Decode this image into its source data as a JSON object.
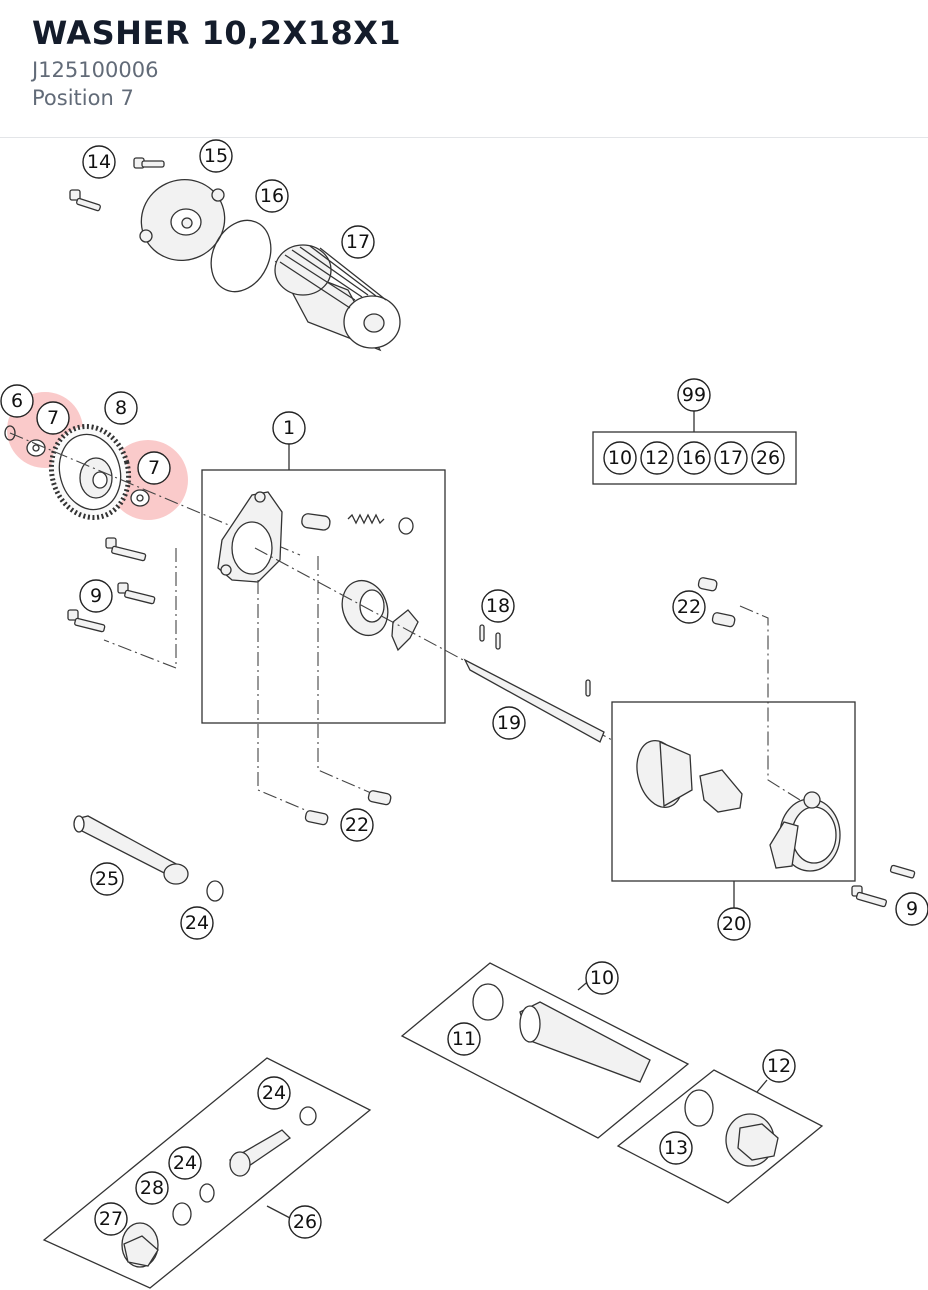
{
  "header": {
    "title": "WASHER 10,2X18X1",
    "part_number": "J125100006",
    "position": "Position 7"
  },
  "diagram": {
    "highlight_color": "#f48a8a",
    "callouts": [
      "14",
      "15",
      "16",
      "17",
      "6",
      "7",
      "8",
      "7",
      "1",
      "9",
      "99",
      "10",
      "12",
      "16",
      "17",
      "26",
      "18",
      "22",
      "19",
      "22",
      "25",
      "24",
      "20",
      "9",
      "10",
      "11",
      "12",
      "13",
      "24",
      "24",
      "28",
      "27",
      "26"
    ]
  }
}
